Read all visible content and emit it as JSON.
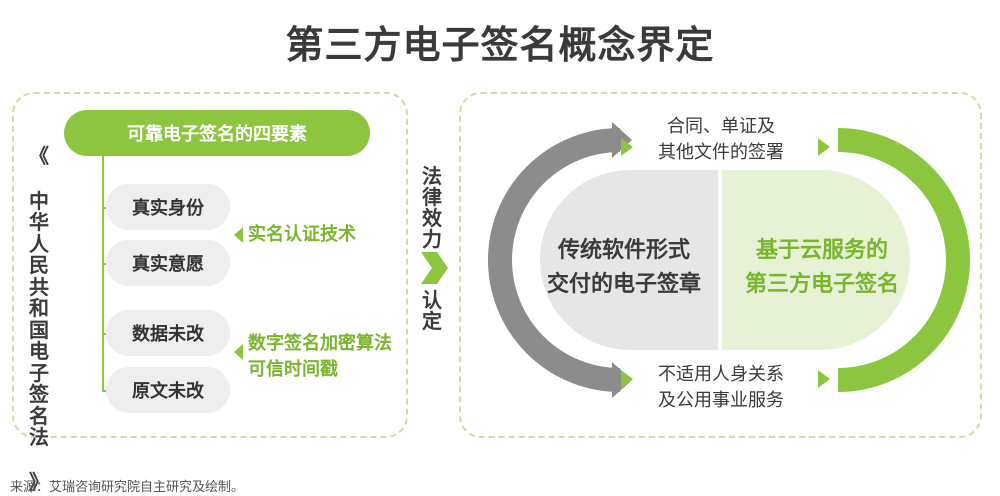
{
  "title": "第三方电子签名概念界定",
  "law": {
    "open": "《",
    "name": "中华人民共和国电子签名法",
    "close": "》"
  },
  "elements": {
    "header": "可靠电子签名的四要素",
    "items": [
      "真实身份",
      "真实意愿",
      "数据未改",
      "原文未改"
    ]
  },
  "technologies": {
    "identity_tech": "实名认证技术",
    "crypto_tech_line1": "数字签名加密算法",
    "crypto_tech_line2": "可信时间戳"
  },
  "legal_effect": {
    "top": "法律效力",
    "bottom": "认定"
  },
  "comparison": {
    "top_caption": "合同、单证及\n其他文件的签署",
    "bottom_caption": "不适用人身关系\n及公用事业服务",
    "traditional": "传统软件形式\n交付的电子签章",
    "third_party": "基于云服务的\n第三方电子签名"
  },
  "source": "来源：艾瑞咨询研究院自主研究及绘制。",
  "colors": {
    "accent_green": "#8cc63f",
    "label_green": "#7ab52e",
    "gray_arc": "#8c8c8c",
    "dark_text": "#3b3b3b"
  }
}
